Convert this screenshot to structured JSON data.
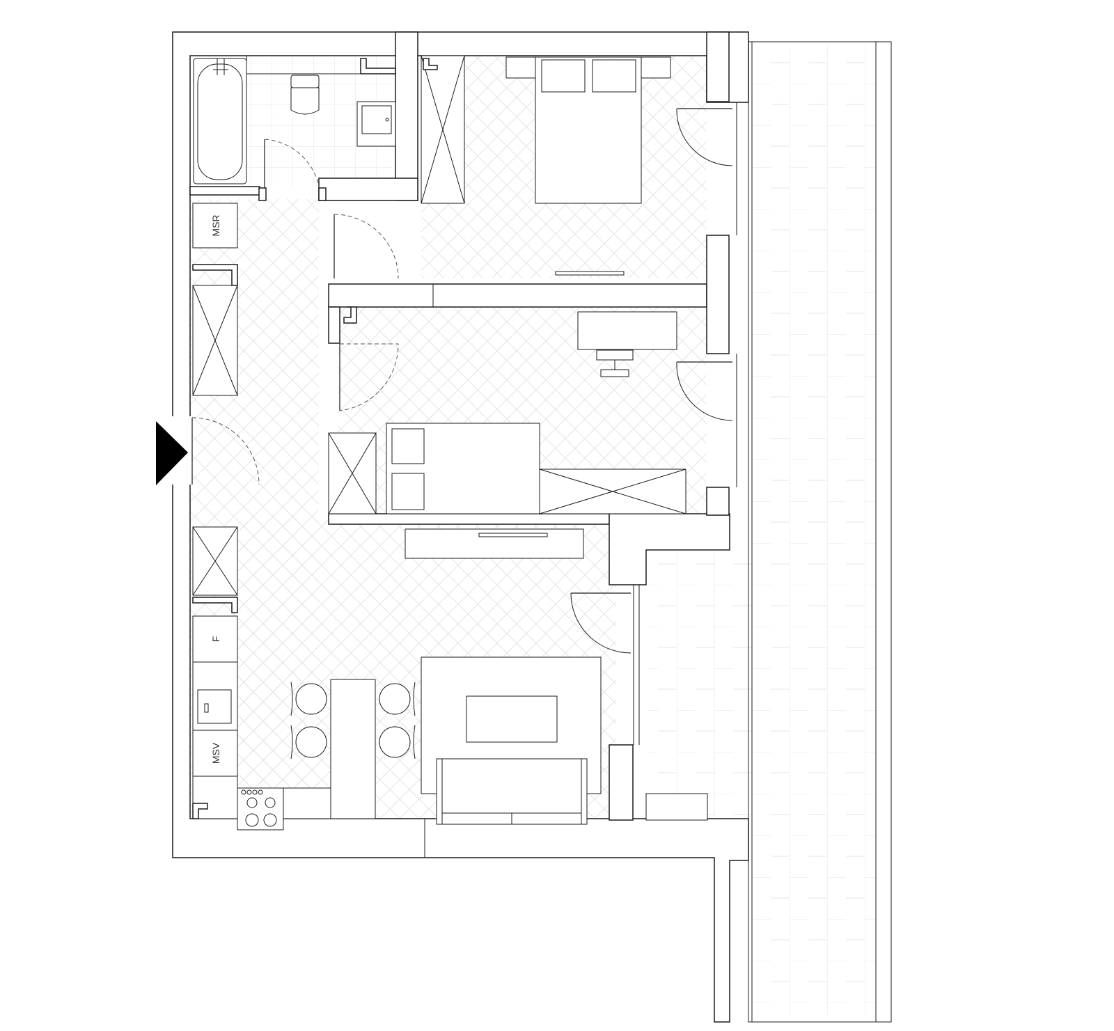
{
  "plan": {
    "labels": {
      "msr": "MSR",
      "fridge": "F",
      "msv": "MSV"
    },
    "colors": {
      "line": "#1a1a1a",
      "floor_pattern": "#e4e4e4",
      "tile_grid": "#e6e6e6",
      "entrance_marker": "#000000"
    }
  }
}
